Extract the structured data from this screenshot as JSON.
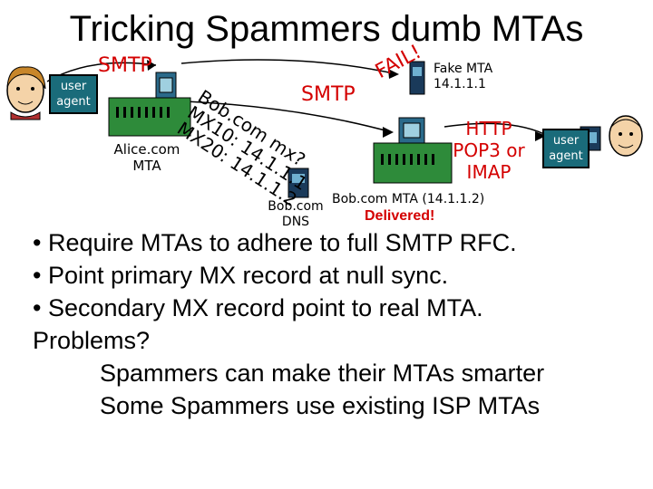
{
  "title": "Tricking Spammers dumb MTAs",
  "colors": {
    "accent_red": "#d40000",
    "label_teal": "#1a6b7a",
    "server_green": "#2e8b3a",
    "mta_teal": "#3aa0a8",
    "delivered_red": "#d40000"
  },
  "diagram": {
    "left_user_agent": "user agent",
    "smtp_top": "SMTP",
    "alice_mta": [
      "Alice.com",
      "MTA"
    ],
    "mx_label_line1": "Bob.com mx?",
    "mx_label_line2": "MX10: 14.1.1.1",
    "mx_label_line3": "MX20: 14.1.1.2",
    "smtp_mid": "SMTP",
    "fail_label": "FAIL!",
    "fake_mta": [
      "Fake MTA",
      "14.1.1.1"
    ],
    "protocols": [
      "HTTP",
      "POP3 or",
      "IMAP"
    ],
    "right_user_agent": "user agent",
    "bob_dns": [
      "Bob.com",
      "DNS"
    ],
    "bob_mta": "Bob.com MTA (14.1.1.2)",
    "delivered": "Delivered!"
  },
  "bullets": [
    "• Require MTAs to adhere to full SMTP RFC.",
    "• Point primary MX record at null sync.",
    "• Secondary MX record point to real MTA."
  ],
  "problems_heading": "Problems?",
  "problems": [
    "Spammers can make their MTAs smarter",
    "Some Spammers use existing ISP MTAs"
  ]
}
